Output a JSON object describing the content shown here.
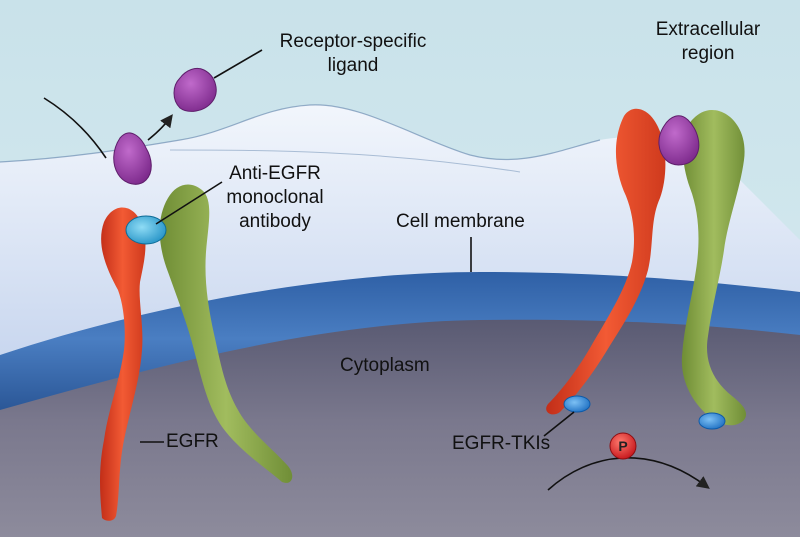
{
  "labels": {
    "ligand": [
      "Receptor-specific",
      "ligand"
    ],
    "extracellular": [
      "Extracellular",
      "region"
    ],
    "antibody": [
      "Anti-EGFR",
      "monoclonal",
      "antibody"
    ],
    "membrane": "Cell membrane",
    "cytoplasm": "Cytoplasm",
    "egfr": "EGFR",
    "tki": "EGFR-TKIs",
    "phosphate": "P"
  },
  "colors": {
    "background": "#cfe6ee",
    "membrane_top": "#dfe9f7",
    "membrane_band": "#3e6fb3",
    "cytoplasm": "#6b6a80",
    "egfr_red": "#e8452b",
    "egfr_green": "#8aa84a",
    "ligand_purple": "#9a3aa8",
    "antibody_cyan": "#3fb5e3",
    "tki_blue": "#2f8fe0",
    "phosphate_red": "#e2262c"
  }
}
